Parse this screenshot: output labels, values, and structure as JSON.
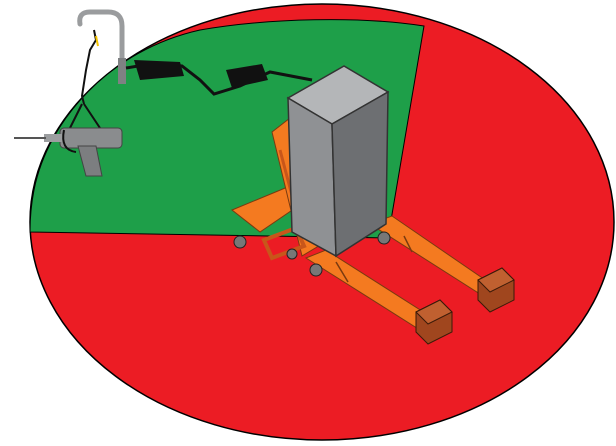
{
  "diagram": {
    "zones": [
      {
        "id": "safe-zone",
        "color": "#1e9f49",
        "meaning": "green"
      },
      {
        "id": "hazard-zone",
        "color": "#ec1c24",
        "meaning": "red"
      }
    ],
    "colors": {
      "background": "#ffffff",
      "frame_orange": "#f47a20",
      "frame_orange_dark": "#c8561a",
      "cabinet_front": "#8f9194",
      "cabinet_side": "#6d6f72",
      "cabinet_top": "#b4b6b8",
      "counterweight": "#a0461e",
      "tool_gray": "#8a8c8e",
      "hook_gray": "#9a9c9e"
    },
    "icons": [
      "overhead-hoist-icon",
      "power-drill-icon",
      "pallet-jack-icon",
      "equipment-cabinet-icon",
      "counterweight-icon",
      "cable-hose-icon"
    ]
  }
}
